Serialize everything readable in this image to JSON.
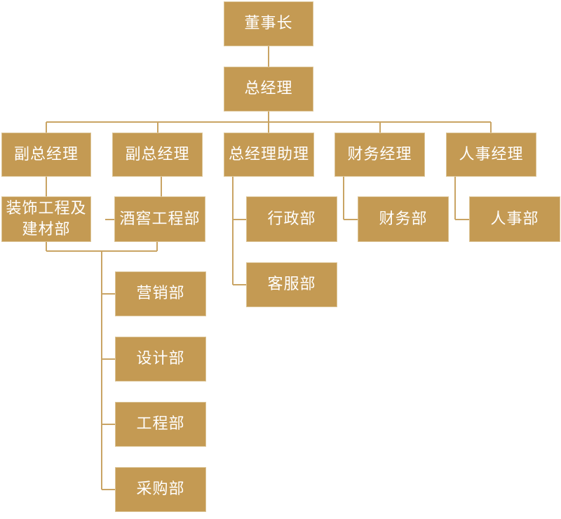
{
  "colors": {
    "box_fill": "#c49a53",
    "box_border": "#dcc597",
    "connector": "#c9a464",
    "text": "#ffffff"
  },
  "nodes": {
    "chairman": "董事长",
    "general_manager": "总经理",
    "deputy_gm_1": "副总经理",
    "deputy_gm_2": "副总经理",
    "gm_assistant": "总经理助理",
    "finance_manager": "财务经理",
    "hr_manager": "人事经理",
    "decoration_dept": "装饰工程及建材部",
    "cellar_dept": "酒窖工程部",
    "admin_dept": "行政部",
    "customer_service_dept": "客服部",
    "finance_dept": "财务部",
    "hr_dept": "人事部",
    "marketing_dept": "营销部",
    "design_dept": "设计部",
    "engineering_dept": "工程部",
    "purchasing_dept": "采购部"
  }
}
